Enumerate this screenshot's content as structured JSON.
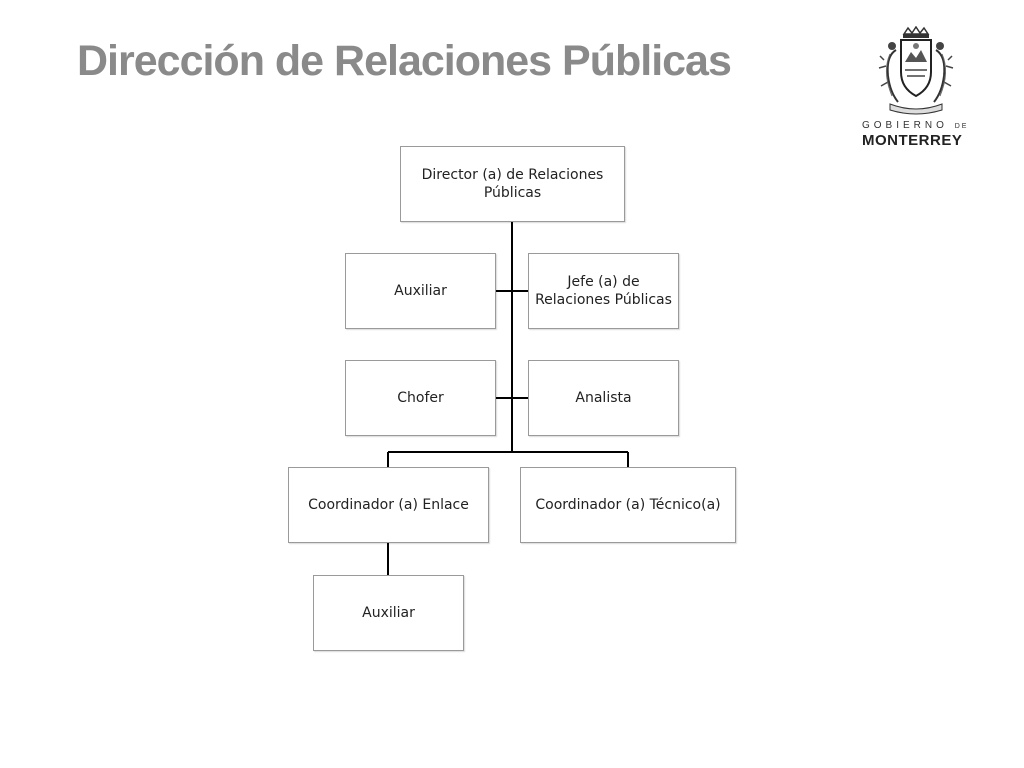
{
  "title": "Dirección de Relaciones Públicas",
  "logo": {
    "line1": "GOBIERNO",
    "line1_suffix": "DE",
    "line2": "MONTERREY",
    "icon": "city-crest-icon"
  },
  "org_chart": {
    "director": "Director (a) de Relaciones Públicas",
    "auxiliar_top": "Auxiliar",
    "jefe": "Jefe (a) de Relaciones Públicas",
    "chofer": "Chofer",
    "analista": "Analista",
    "coord_enlace": "Coordinador (a) Enlace",
    "coord_tecnico": "Coordinador (a) Técnico(a)",
    "auxiliar_bottom": "Auxiliar"
  },
  "colors": {
    "title": "#8a8a8a",
    "line": "#000000",
    "box_border": "#9a9a9a"
  }
}
